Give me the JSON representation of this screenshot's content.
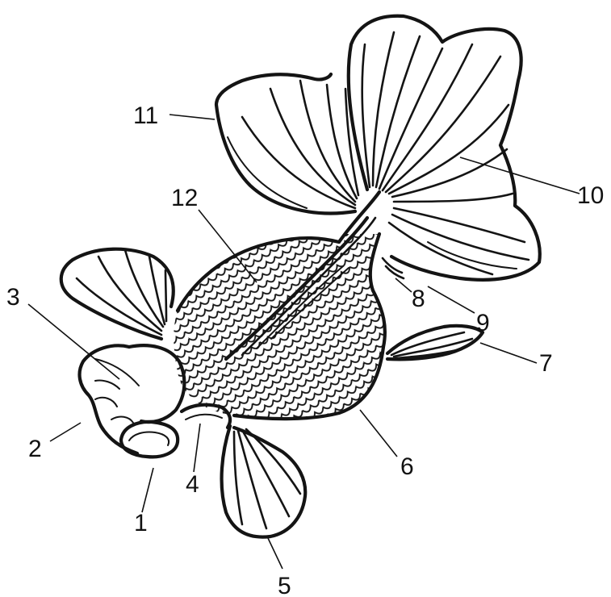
{
  "labels": [
    "1",
    "2",
    "3",
    "4",
    "5",
    "6",
    "7",
    "8",
    "9",
    "10",
    "11",
    "12"
  ],
  "colors": {
    "background": "#ffffff",
    "ink": "#141414"
  }
}
